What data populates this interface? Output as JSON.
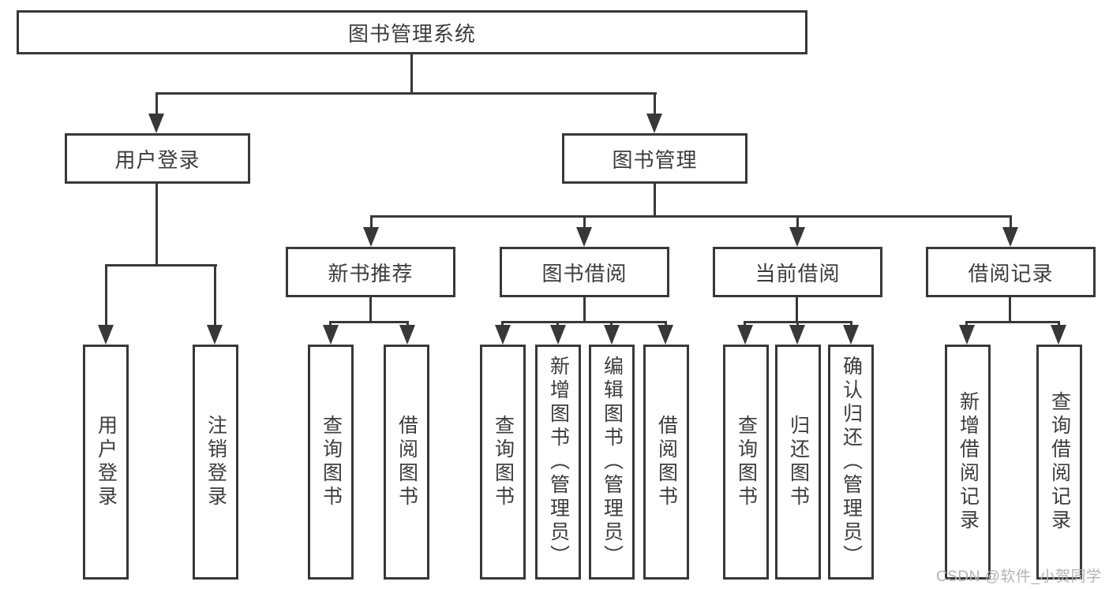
{
  "diagram": {
    "title_node": {
      "label": "图书管理系统"
    },
    "level2": [
      {
        "label": "用户登录"
      },
      {
        "label": "图书管理"
      }
    ],
    "level3": [
      {
        "label": "新书推荐"
      },
      {
        "label": "图书借阅"
      },
      {
        "label": "当前借阅"
      },
      {
        "label": "借阅记录"
      }
    ],
    "leaves": [
      {
        "label": "用户登录"
      },
      {
        "label": "注销登录"
      },
      {
        "label": "查询图书"
      },
      {
        "label": "借阅图书"
      },
      {
        "label": "查询图书"
      },
      {
        "label": "新增图书（管理员）"
      },
      {
        "label": "编辑图书（管理员）"
      },
      {
        "label": "借阅图书"
      },
      {
        "label": "查询图书"
      },
      {
        "label": "归还图书"
      },
      {
        "label": "确认归还（管理员）"
      },
      {
        "label": "新增借阅记录"
      },
      {
        "label": "查询借阅记录"
      }
    ]
  },
  "watermark": {
    "text": "CSDN @软件_小贺同学"
  },
  "colors": {
    "line": "#383838",
    "text": "#3c3c3c",
    "watermark": "#b3b3b3",
    "background": "#ffffff"
  }
}
